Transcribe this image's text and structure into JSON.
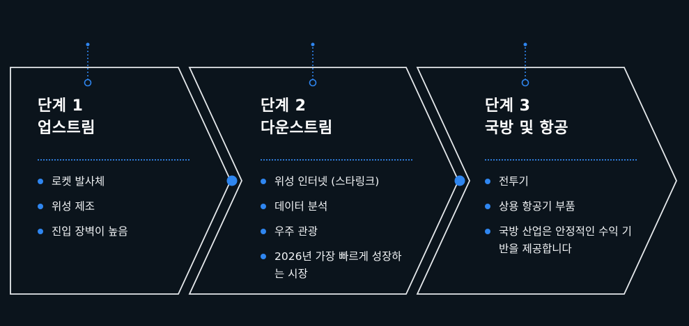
{
  "colors": {
    "background": "#0b141c",
    "outline": "#e6e9ec",
    "accent": "#2f86f0"
  },
  "stages": [
    {
      "step_label": "단계 1",
      "name": "업스트림",
      "items": [
        "로켓 발사체",
        "위성 제조",
        "진입 장벽이 높음"
      ]
    },
    {
      "step_label": "단계 2",
      "name": "다운스트림",
      "items": [
        "위성 인터넷 (스타링크)",
        "데이터 분석",
        "우주 관광",
        "2026년 가장 빠르게 성장하는 시장"
      ]
    },
    {
      "step_label": "단계 3",
      "name": "국방 및 항공",
      "items": [
        "전투기",
        "상용 항공기 부품",
        "국방 산업은 안정적인 수익 기반을 제공합니다"
      ]
    }
  ]
}
